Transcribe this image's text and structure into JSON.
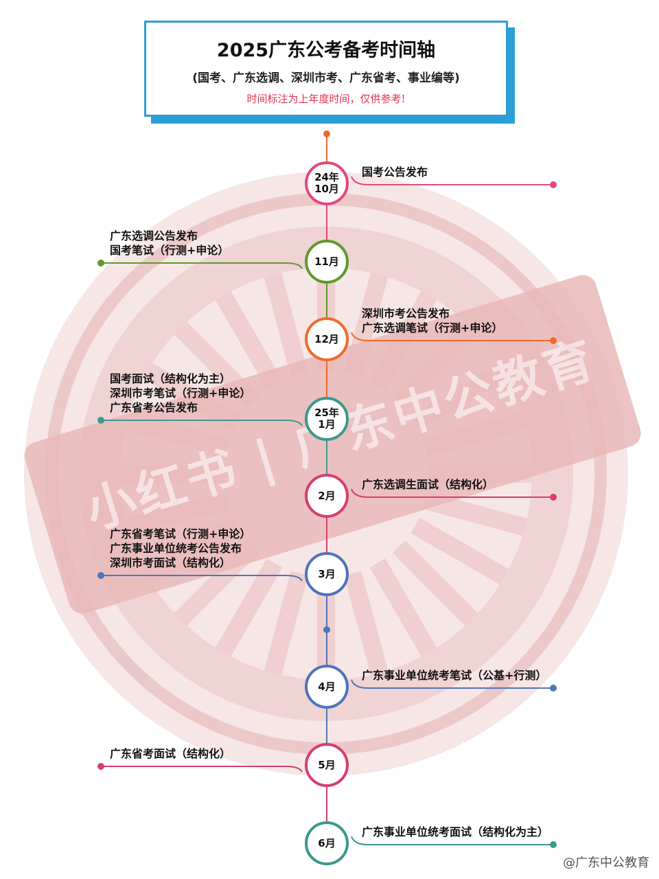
{
  "header": {
    "title": "2025广东公考备考时间轴",
    "subtitle": "(国考、广东选调、深圳市考、广东省考、事业编等)",
    "note": "时间标注为上年度时间，仅供参考!"
  },
  "watermark": {
    "stamp_text": "小红书 | 广东中公教育",
    "corner_text": "@广东中公教育"
  },
  "timeline": [
    {
      "month": "24年\n10月",
      "color": "#e2497a",
      "side": "right",
      "events": [
        "国考公告发布"
      ]
    },
    {
      "month": "11月",
      "color": "#5c9a2c",
      "side": "left",
      "events": [
        "广东选调公告发布",
        "国考笔试（行测+申论）"
      ]
    },
    {
      "month": "12月",
      "color": "#ef6a2c",
      "side": "right",
      "events": [
        "深圳市考公告发布",
        "广东选调笔试（行测+申论）"
      ]
    },
    {
      "month": "25年\n1月",
      "color": "#3a9a8a",
      "side": "left",
      "events": [
        "国考面试（结构化为主）",
        "深圳市考笔试（行测+申论）",
        "广东省考公告发布"
      ]
    },
    {
      "month": "2月",
      "color": "#d43f6e",
      "side": "right",
      "events": [
        "广东选调生面试（结构化）"
      ]
    },
    {
      "month": "3月",
      "color": "#4f74b8",
      "side": "left",
      "events": [
        "广东省考笔试（行测+申论）",
        "广东事业单位统考公告发布",
        "深圳市考面试（结构化）"
      ]
    },
    {
      "month": "4月",
      "color": "#4f74b8",
      "side": "right",
      "events": [
        "广东事业单位统考笔试（公基+行测）"
      ]
    },
    {
      "month": "5月",
      "color": "#d43f6e",
      "side": "left",
      "events": [
        "广东省考面试（结构化）"
      ]
    },
    {
      "month": "6月",
      "color": "#3a9a8a",
      "side": "right",
      "events": [
        "广东事业单位统考面试（结构化为主）"
      ]
    }
  ]
}
